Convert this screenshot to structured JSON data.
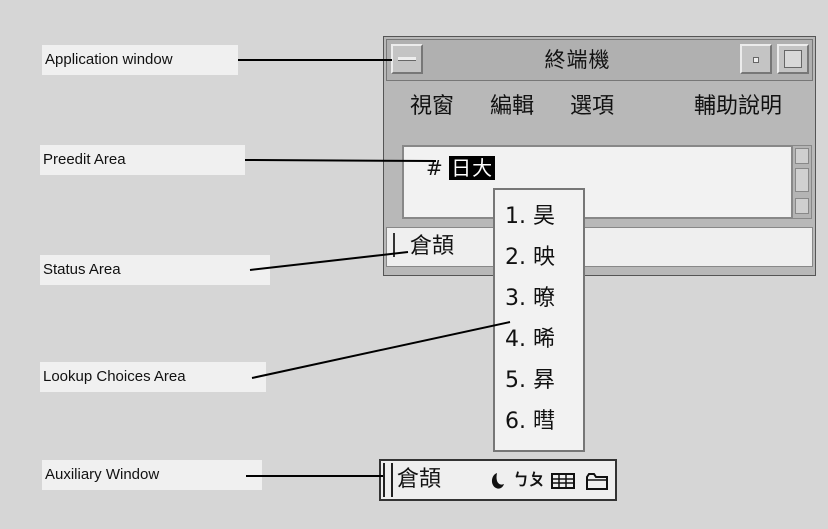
{
  "labels": {
    "application_window": "Application window",
    "preedit_area": "Preedit Area",
    "status_area": "Status Area",
    "lookup_choices_area": "Lookup Choices Area",
    "auxiliary_window": "Auxiliary Window"
  },
  "window": {
    "title": "終端機",
    "menu": [
      "視窗",
      "編輯",
      "選項",
      "輔助說明"
    ]
  },
  "preedit": {
    "prompt": "#",
    "composition": "日大"
  },
  "status": {
    "text": "倉頡"
  },
  "lookup": {
    "items": [
      {
        "num": "1.",
        "char": "昊"
      },
      {
        "num": "2.",
        "char": "映"
      },
      {
        "num": "3.",
        "char": "暸"
      },
      {
        "num": "4.",
        "char": "晞"
      },
      {
        "num": "5.",
        "char": "昪"
      },
      {
        "num": "6.",
        "char": "暳"
      }
    ]
  },
  "auxiliary": {
    "text": "倉頡",
    "icons": [
      "moon-icon",
      "ime-icon",
      "keyboard-icon",
      "folder-icon"
    ]
  }
}
